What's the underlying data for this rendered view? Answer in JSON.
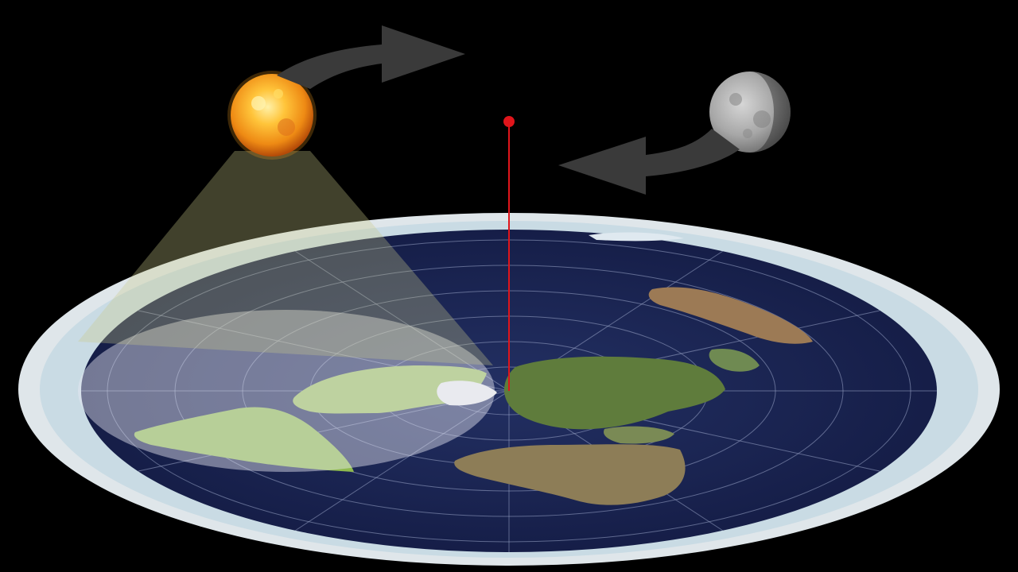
{
  "scene": {
    "background": "#000000",
    "objects": [
      {
        "id": "sun",
        "icon": "sun-icon",
        "color": "#f7a11a"
      },
      {
        "id": "moon",
        "icon": "moon-icon",
        "color": "#9a9a9a"
      },
      {
        "id": "flat-earth-disc",
        "icon": "flat-earth-map",
        "ocean_color": "#1b2550",
        "ice_wall_color": "#e8eef2"
      },
      {
        "id": "sunlight-spotlight",
        "color": "#e6e3a0"
      },
      {
        "id": "center-pole",
        "color": "#e0151b"
      }
    ],
    "arrows": [
      {
        "id": "sun-motion-arrow",
        "direction": "right",
        "color": "#3a3a3a"
      },
      {
        "id": "moon-motion-arrow",
        "direction": "left",
        "color": "#3a3a3a"
      }
    ]
  }
}
